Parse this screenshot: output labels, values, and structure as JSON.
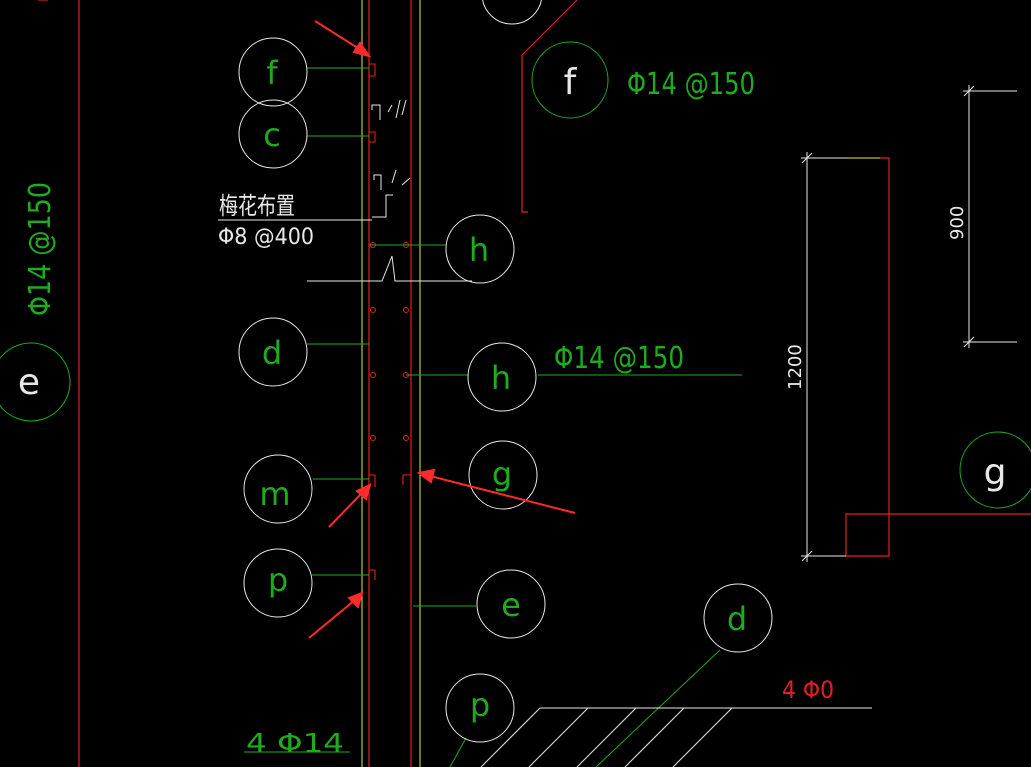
{
  "colors": {
    "background": "#000000",
    "red": "#e02020",
    "green": "#1faa1f",
    "white": "#e8e8e8",
    "yellow": "#e8e84a",
    "arrow": "#ff2a2a"
  },
  "labels": {
    "tag_f_left": "f",
    "tag_c": "c",
    "tag_f_right": "f",
    "tag_h_upper": "h",
    "tag_h_lower": "h",
    "tag_e_left": "e",
    "tag_d_left": "d",
    "tag_m": "m",
    "tag_g_mid": "g",
    "tag_g_right": "g",
    "tag_p_upper": "p",
    "tag_e_mid": "e",
    "tag_d_right": "d",
    "tag_p_lower": "p"
  },
  "annotations": {
    "rebar_f_right": "Φ14 @150",
    "rebar_vertical_left": "Φ14 @150",
    "quincunx_title": "梅花布置",
    "quincunx_spec": "Φ8 @400",
    "rebar_h_lower": "Φ14 @150",
    "bottom_left_bars": "4 Φ14",
    "bottom_right_bars": "4 Φ0"
  },
  "dimensions": {
    "dim_900": "900",
    "dim_1200": "1200"
  }
}
